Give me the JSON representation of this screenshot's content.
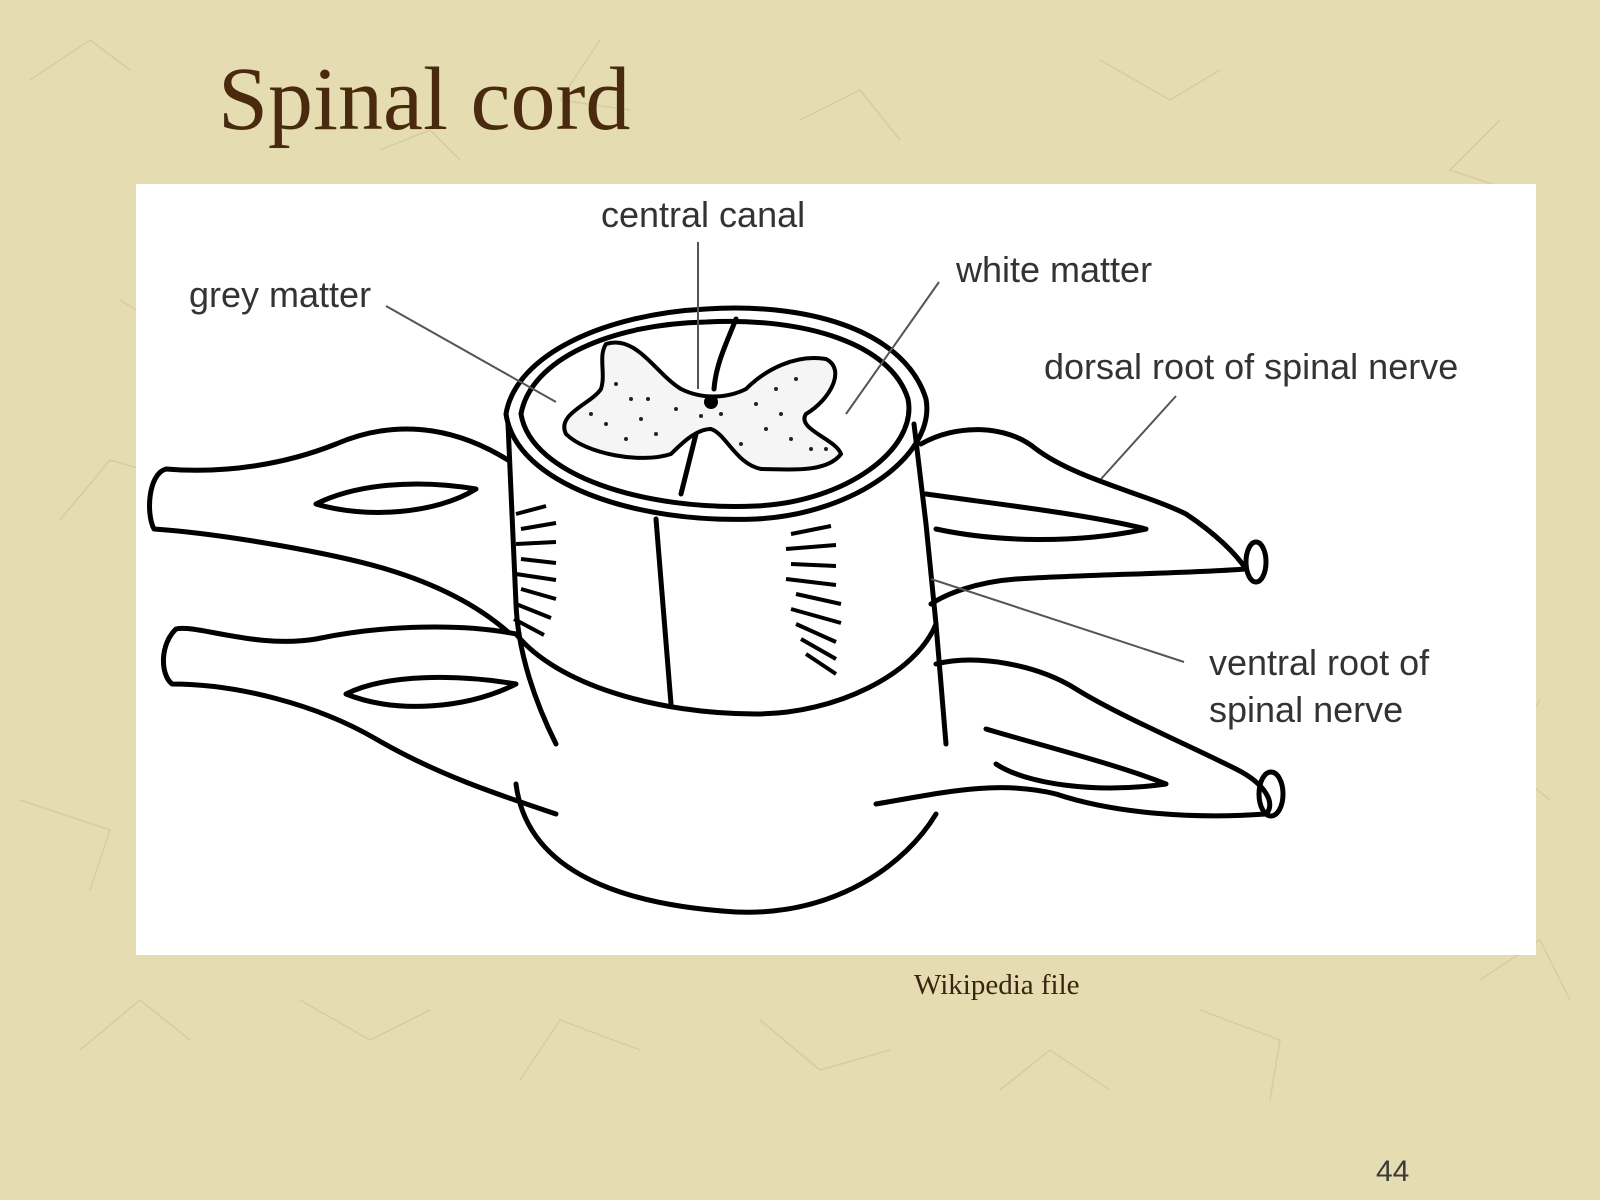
{
  "slide": {
    "title": "Spinal cord",
    "caption": "Wikipedia file",
    "page_number": "44"
  },
  "diagram": {
    "labels": {
      "central_canal": "central canal",
      "white_matter": "white matter",
      "grey_matter": "grey matter",
      "dorsal_root": "dorsal root of spinal nerve",
      "ventral_root_line1": "ventral root of",
      "ventral_root_line2": "spinal nerve"
    }
  },
  "colors": {
    "background": "#e6dcb2",
    "title": "#4a2a0e",
    "panel": "#ffffff",
    "ink": "#000000"
  }
}
